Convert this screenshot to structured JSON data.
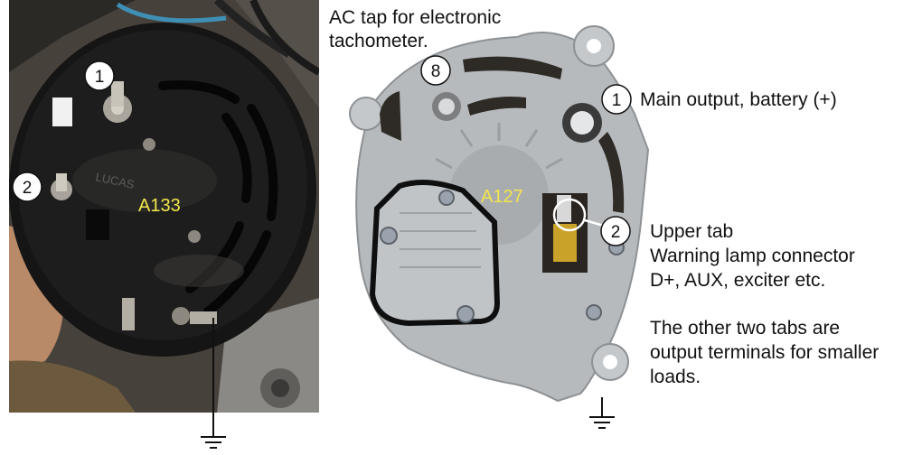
{
  "left_photo": {
    "model_label": "A133",
    "callouts": [
      {
        "number": "1"
      },
      {
        "number": "2"
      }
    ]
  },
  "right_photo": {
    "model_label": "A127",
    "callouts": [
      {
        "number": "8"
      },
      {
        "number": "1"
      },
      {
        "number": "2"
      }
    ]
  },
  "annotations": {
    "tach_line1": "AC tap for electronic",
    "tach_line2": "tachometer.",
    "main_output": "Main output, battery (+)",
    "upper_tab_line1": "Upper tab",
    "upper_tab_line2": "Warning lamp connector",
    "upper_tab_line3": "D+, AUX, exciter etc.",
    "other_tabs_line1": "The other two tabs are",
    "other_tabs_line2": "output terminals for smaller",
    "other_tabs_line3": "loads."
  },
  "colors": {
    "model_label": "#f2e64a",
    "callout_fill": "#ffffff",
    "callout_stroke": "#111111",
    "housing_left": "#1c1c1c",
    "housing_right": "#b9bcbf"
  }
}
